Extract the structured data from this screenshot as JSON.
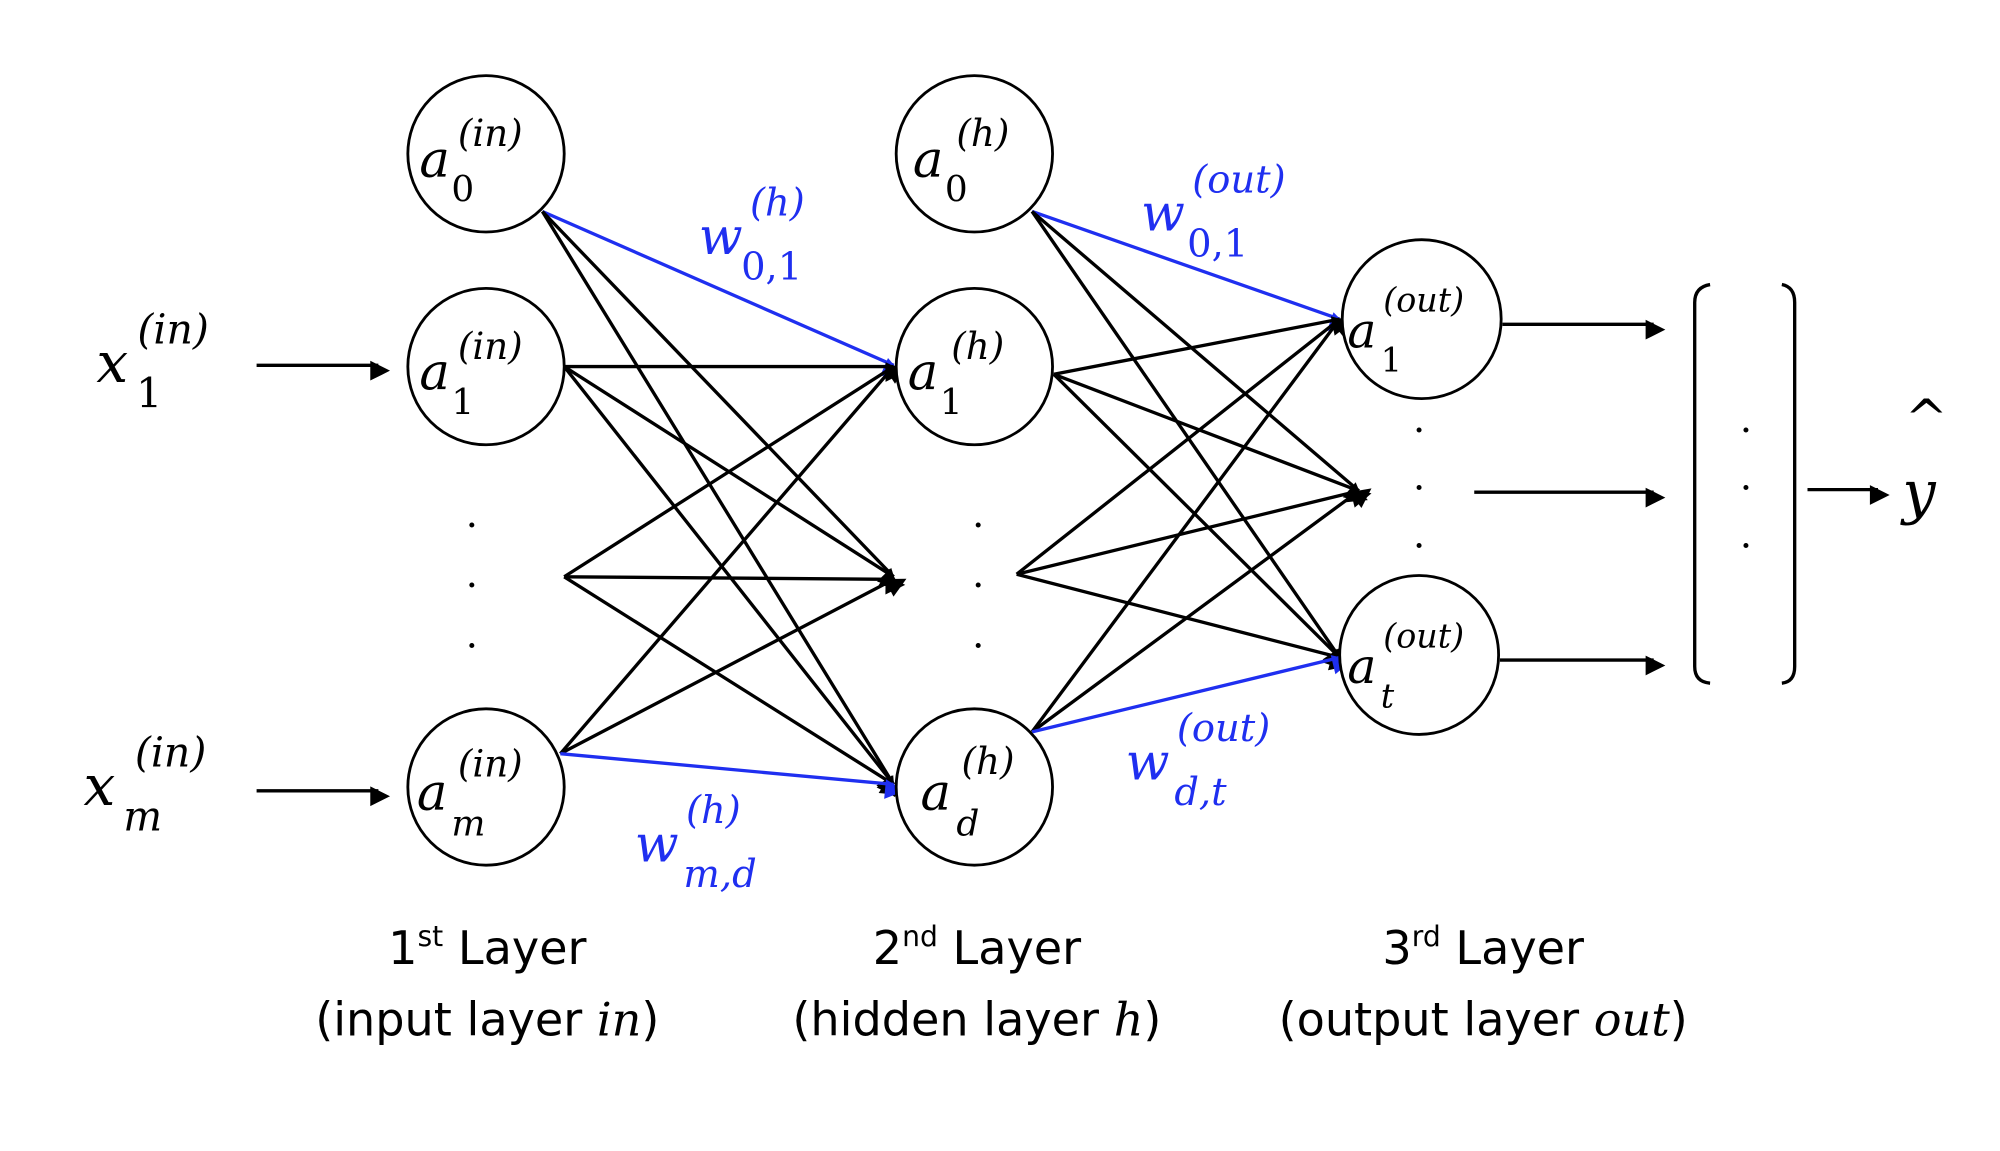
{
  "colors": {
    "highlight": "#1f2ff0",
    "default": "#000000"
  },
  "inputs": [
    {
      "base": "x",
      "sup": "(in)",
      "sub": "1"
    },
    {
      "base": "x",
      "sup": "(in)",
      "sub": "m"
    }
  ],
  "input_layer": [
    {
      "base": "a",
      "sup": "(in)",
      "sub": "0"
    },
    {
      "base": "a",
      "sup": "(in)",
      "sub": "1"
    },
    {
      "base": "a",
      "sup": "(in)",
      "sub": "m"
    }
  ],
  "hidden_layer": [
    {
      "base": "a",
      "sup": "(h)",
      "sub": "0"
    },
    {
      "base": "a",
      "sup": "(h)",
      "sub": "1"
    },
    {
      "base": "a",
      "sup": "(h)",
      "sub": "d"
    }
  ],
  "output_layer": [
    {
      "base": "a",
      "sup": "(out)",
      "sub": "1"
    },
    {
      "base": "a",
      "sup": "(out)",
      "sub": "t"
    }
  ],
  "weights": [
    {
      "base": "w",
      "sup": "(h)",
      "sub": "0,1"
    },
    {
      "base": "w",
      "sup": "(out)",
      "sub": "0,1"
    },
    {
      "base": "w",
      "sup": "(h)",
      "sub": "m,d"
    },
    {
      "base": "w",
      "sup": "(out)",
      "sub": "d,t"
    }
  ],
  "prediction": {
    "base": "y",
    "accent": "^"
  },
  "ellipsis": "·",
  "layers": [
    {
      "ordinal": "1",
      "suffix": "st",
      "name": "Layer",
      "desc_prefix": "(input layer ",
      "desc_var": "in",
      "desc_suffix": ")"
    },
    {
      "ordinal": "2",
      "suffix": "nd",
      "name": "Layer",
      "desc_prefix": "(hidden layer ",
      "desc_var": "h",
      "desc_suffix": ")"
    },
    {
      "ordinal": "3",
      "suffix": "rd",
      "name": "Layer",
      "desc_prefix": "(output layer ",
      "desc_var": "out",
      "desc_suffix": ")"
    }
  ]
}
